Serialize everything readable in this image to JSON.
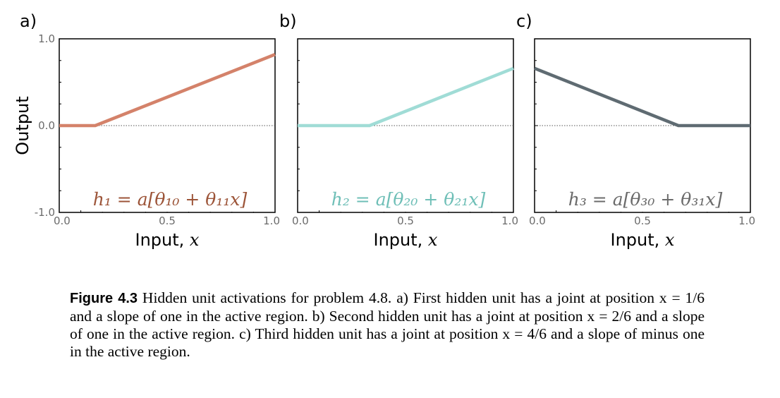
{
  "chart_data": [
    {
      "type": "line",
      "panel_label": "a)",
      "xlabel": "Input, ",
      "xlabel_var": "x",
      "ylabel": "Output",
      "xlim": [
        0,
        1
      ],
      "ylim": [
        -1,
        1
      ],
      "xticks": [
        "0.0",
        "0.5",
        "1.0"
      ],
      "yticks": [
        "1.0",
        "0.0",
        "-1.0"
      ],
      "formula": "h₁ = a[θ₁₀ + θ₁₁x]",
      "color": "#d4826a",
      "formula_color": "#9c5438",
      "x": [
        0,
        0.1667,
        1.0
      ],
      "y": [
        0,
        0,
        0.82
      ]
    },
    {
      "type": "line",
      "panel_label": "b)",
      "xlabel": "Input, ",
      "xlabel_var": "x",
      "xlim": [
        0,
        1
      ],
      "ylim": [
        -1,
        1
      ],
      "xticks": [
        "0.0",
        "0.5",
        "1.0"
      ],
      "formula": "h₂ = a[θ₂₀ + θ₂₁x]",
      "color": "#a0dcd6",
      "formula_color": "#6fbfb7",
      "x": [
        0,
        0.3333,
        1.0
      ],
      "y": [
        0,
        0,
        0.66
      ]
    },
    {
      "type": "line",
      "panel_label": "c)",
      "xlabel": "Input, ",
      "xlabel_var": "x",
      "xlim": [
        0,
        1
      ],
      "ylim": [
        -1,
        1
      ],
      "xticks": [
        "0.0",
        "0.5",
        "1.0"
      ],
      "formula": "h₃ = a[θ₃₀ + θ₃₁x]",
      "color": "#5f6b72",
      "formula_color": "#6b6b6b",
      "x": [
        0,
        0.6667,
        1.0
      ],
      "y": [
        0.66,
        0,
        0
      ]
    }
  ],
  "caption": {
    "figure_label": "Figure 4.3",
    "text": " Hidden unit activations for problem 4.8. a) First hidden unit has a joint at position x = 1/6 and a slope of one in the active region. b) Second hidden unit has a joint at position x = 2/6 and a slope of one in the active region. c) Third hidden unit has a joint at position x = 4/6 and a slope of minus one in the active region."
  }
}
